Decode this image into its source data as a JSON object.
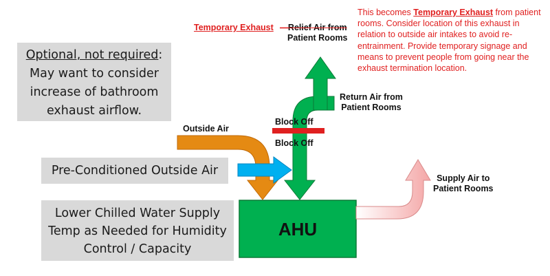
{
  "callouts": {
    "optional": {
      "line1": "Optional, not required",
      "colon": ":",
      "line2": "May want to consider",
      "line3": "increase of bathroom",
      "line4": "exhaust airflow."
    },
    "preconditioned": "Pre-Conditioned Outside Air",
    "chilled": {
      "line1": "Lower Chilled Water Supply",
      "line2": "Temp as Needed for Humidity",
      "line3": "Control / Capacity"
    }
  },
  "labels": {
    "outside_air": "Outside Air",
    "block_off_top": "Block Off",
    "block_off_bottom": "Block Off",
    "return_air_line1": "Return Air from",
    "return_air_line2": "Patient Rooms",
    "relief_air_line1": "Relief Air from",
    "relief_air_line2": "Patient Rooms",
    "temporary_exhaust": "Temporary Exhaust",
    "supply_air_line1": "Supply Air to",
    "supply_air_line2": "Patient Rooms",
    "ahu": "AHU"
  },
  "note": {
    "prefix": "This becomes ",
    "highlight": "Temporary Exhaust",
    "body": " from patient rooms.  Consider location of this exhaust in relation to outside air intakes to avoid re-entrainment.  Provide temporary signage and means to prevent people from going near the exhaust termination location."
  },
  "colors": {
    "green": "#00b050",
    "orange": "#e58a13",
    "blue": "#00b0f0",
    "red": "#e02020",
    "callout_gray": "#d9d9d9",
    "supply_pink": "#f4a6a6"
  }
}
